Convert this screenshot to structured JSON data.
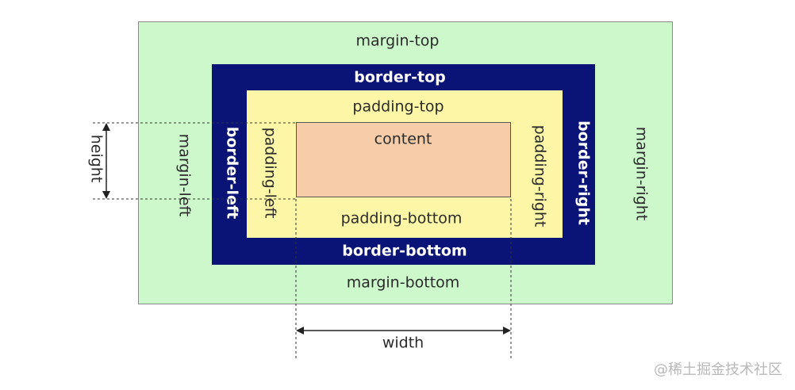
{
  "colors": {
    "margin": "#ccf8cc",
    "border": "#0a1476",
    "padding": "#fcf6a6",
    "content": "#f6cda8"
  },
  "labels": {
    "margin_top": "margin-top",
    "margin_bottom": "margin-bottom",
    "margin_left": "margin-left",
    "margin_right": "margin-right",
    "border_top": "border-top",
    "border_bottom": "border-bottom",
    "border_left": "border-left",
    "border_right": "border-right",
    "padding_top": "padding-top",
    "padding_bottom": "padding-bottom",
    "padding_left": "padding-left",
    "padding_right": "padding-right",
    "content": "content",
    "height": "height",
    "width": "width"
  },
  "watermark": "@稀土掘金技术社区"
}
